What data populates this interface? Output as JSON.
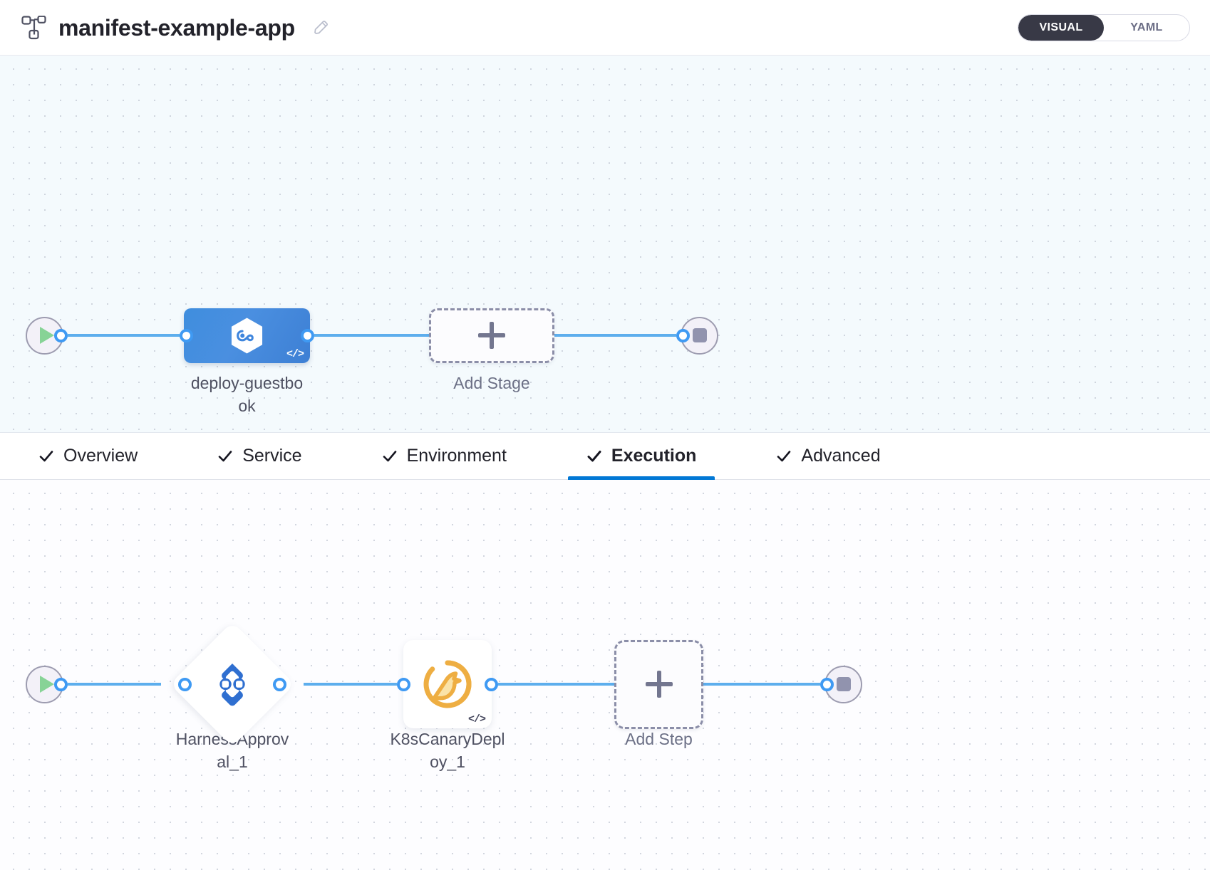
{
  "header": {
    "pipeline_icon": "pipeline-nodes-icon",
    "title": "manifest-example-app",
    "edit_icon": "pencil-edit-icon",
    "mode_toggle": {
      "options": [
        {
          "label": "VISUAL",
          "active": true
        },
        {
          "label": "YAML",
          "active": false
        }
      ],
      "selected": "VISUAL",
      "active_bg": "#383946",
      "active_fg": "#ffffff",
      "inactive_fg": "#6b6d85"
    }
  },
  "stage_canvas": {
    "background": "#f4fafd",
    "start_node": {
      "name": "pipeline-start",
      "icon": "play-icon"
    },
    "end_node": {
      "name": "pipeline-end",
      "icon": "stop-icon"
    },
    "nodes": [
      {
        "id": "deploy-guestbook",
        "type": "stage",
        "label": "deploy-guestbook",
        "icon": "harness-hexagon-icon",
        "code_badge": "</>",
        "color": "#4187dd"
      },
      {
        "id": "add-stage",
        "type": "add",
        "label": "Add Stage",
        "icon": "plus-icon"
      }
    ]
  },
  "tabs": {
    "items": [
      {
        "label": "Overview",
        "checked": true,
        "active": false
      },
      {
        "label": "Service",
        "checked": true,
        "active": false
      },
      {
        "label": "Environment",
        "checked": true,
        "active": false
      },
      {
        "label": "Execution",
        "checked": true,
        "active": true
      },
      {
        "label": "Advanced",
        "checked": true,
        "active": false
      }
    ],
    "active_underline_color": "#0278d5",
    "check_glyph": "check-icon"
  },
  "step_canvas": {
    "background": "#fdfdff",
    "start_node": {
      "name": "execution-start",
      "icon": "play-icon"
    },
    "end_node": {
      "name": "execution-end",
      "icon": "stop-icon"
    },
    "nodes": [
      {
        "id": "harness-approval-1",
        "type": "diamond",
        "label": "HarnessApproval_1",
        "icon": "harness-approval-icon",
        "color": "#2f6fd0"
      },
      {
        "id": "k8s-canary-deploy-1",
        "type": "step",
        "label": "K8sCanaryDeploy_1",
        "icon": "canary-bird-icon",
        "code_badge": "</>",
        "color": "#efae42"
      },
      {
        "id": "add-step",
        "type": "add",
        "label": "Add Step",
        "icon": "plus-icon"
      }
    ]
  },
  "theme": {
    "edge_color": "#5daeed",
    "port_border": "#3f9af3",
    "dashed_border": "#8b8ea8",
    "terminal_bg": "#f3f1f8",
    "terminal_border": "#9d9cb0",
    "play_color": "#87d396",
    "stop_color": "#9193ae",
    "text_dark": "#22222a",
    "text_muted": "#4f5162"
  }
}
